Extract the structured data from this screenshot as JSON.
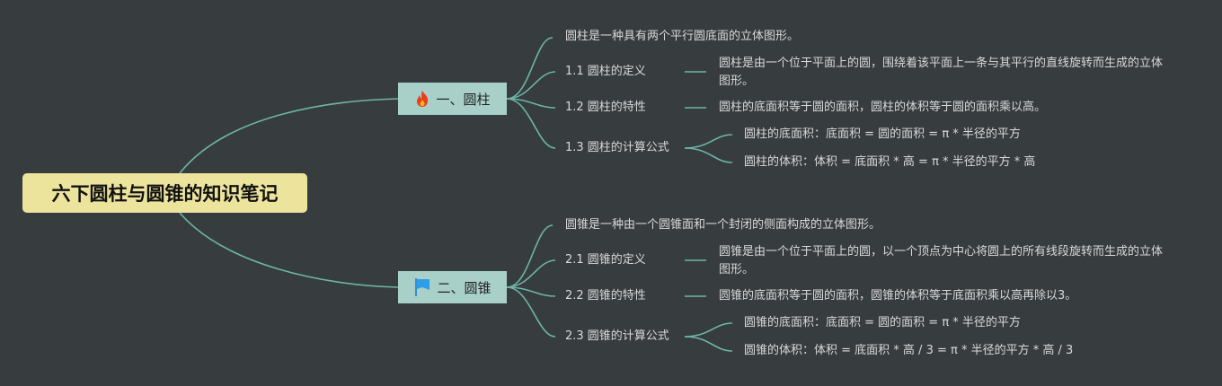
{
  "root": {
    "label": "六下圆柱与圆锥的知识笔记"
  },
  "colors": {
    "background": "#373c3e",
    "root_fill": "#ece39c",
    "branch_fill": "#a9cfc9",
    "link": "#6db5a6",
    "text": "#d9d9d9"
  },
  "branches": [
    {
      "label": "一、圆柱",
      "icon": "fire-icon",
      "intro": "圆柱是一种具有两个平行圆底面的立体图形。",
      "sections": [
        {
          "label": "1.1 圆柱的定义",
          "detail": "圆柱是由一个位于平面上的圆，围绕着该平面上一条与其平行的直线旋转而生成的立体图形。"
        },
        {
          "label": "1.2 圆柱的特性",
          "detail": "圆柱的底面积等于圆的面积，圆柱的体积等于圆的面积乘以高。"
        },
        {
          "label": "1.3 圆柱的计算公式",
          "formulas": [
            "圆柱的底面积：底面积 = 圆的面积 = π * 半径的平方",
            "圆柱的体积：体积 = 底面积 * 高 = π * 半径的平方 * 高"
          ]
        }
      ]
    },
    {
      "label": "二、圆锥",
      "icon": "flag-icon",
      "intro": "圆锥是一种由一个圆锥面和一个封闭的侧面构成的立体图形。",
      "sections": [
        {
          "label": "2.1 圆锥的定义",
          "detail": "圆锥是由一个位于平面上的圆，以一个顶点为中心将圆上的所有线段旋转而生成的立体图形。"
        },
        {
          "label": "2.2 圆锥的特性",
          "detail": "圆锥的底面积等于圆的面积，圆锥的体积等于底面积乘以高再除以3。"
        },
        {
          "label": "2.3 圆锥的计算公式",
          "formulas": [
            "圆锥的底面积：底面积 = 圆的面积 = π * 半径的平方",
            "圆锥的体积：体积 = 底面积 * 高 / 3 = π * 半径的平方 * 高 / 3"
          ]
        }
      ]
    }
  ]
}
